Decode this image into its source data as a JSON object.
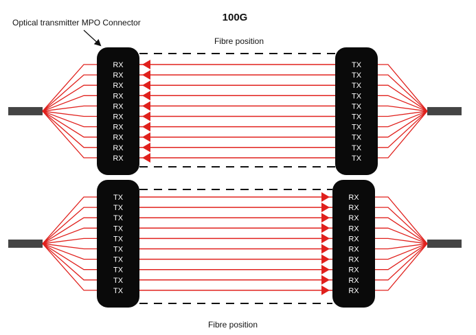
{
  "title": "100G",
  "callout_label": "Optical transmitter MPO Connector",
  "fibre_position_label": "Fibre position",
  "colors": {
    "fibre": "#e0201c",
    "connector": "#0a0a0a",
    "cable": "#444444",
    "text": "#111111",
    "port_text": "#ffffff"
  },
  "links": [
    {
      "id": "top",
      "direction": "right-to-left",
      "left_connector": {
        "ports": [
          "RX",
          "RX",
          "RX",
          "RX",
          "RX",
          "RX",
          "RX",
          "RX",
          "RX",
          "RX"
        ]
      },
      "right_connector": {
        "ports": [
          "TX",
          "TX",
          "TX",
          "TX",
          "TX",
          "TX",
          "TX",
          "TX",
          "TX",
          "TX"
        ]
      }
    },
    {
      "id": "bottom",
      "direction": "left-to-right",
      "left_connector": {
        "ports": [
          "TX",
          "TX",
          "TX",
          "TX",
          "TX",
          "TX",
          "TX",
          "TX",
          "TX",
          "TX"
        ]
      },
      "right_connector": {
        "ports": [
          "RX",
          "RX",
          "RX",
          "RX",
          "RX",
          "RX",
          "RX",
          "RX",
          "RX",
          "RX"
        ]
      }
    }
  ]
}
